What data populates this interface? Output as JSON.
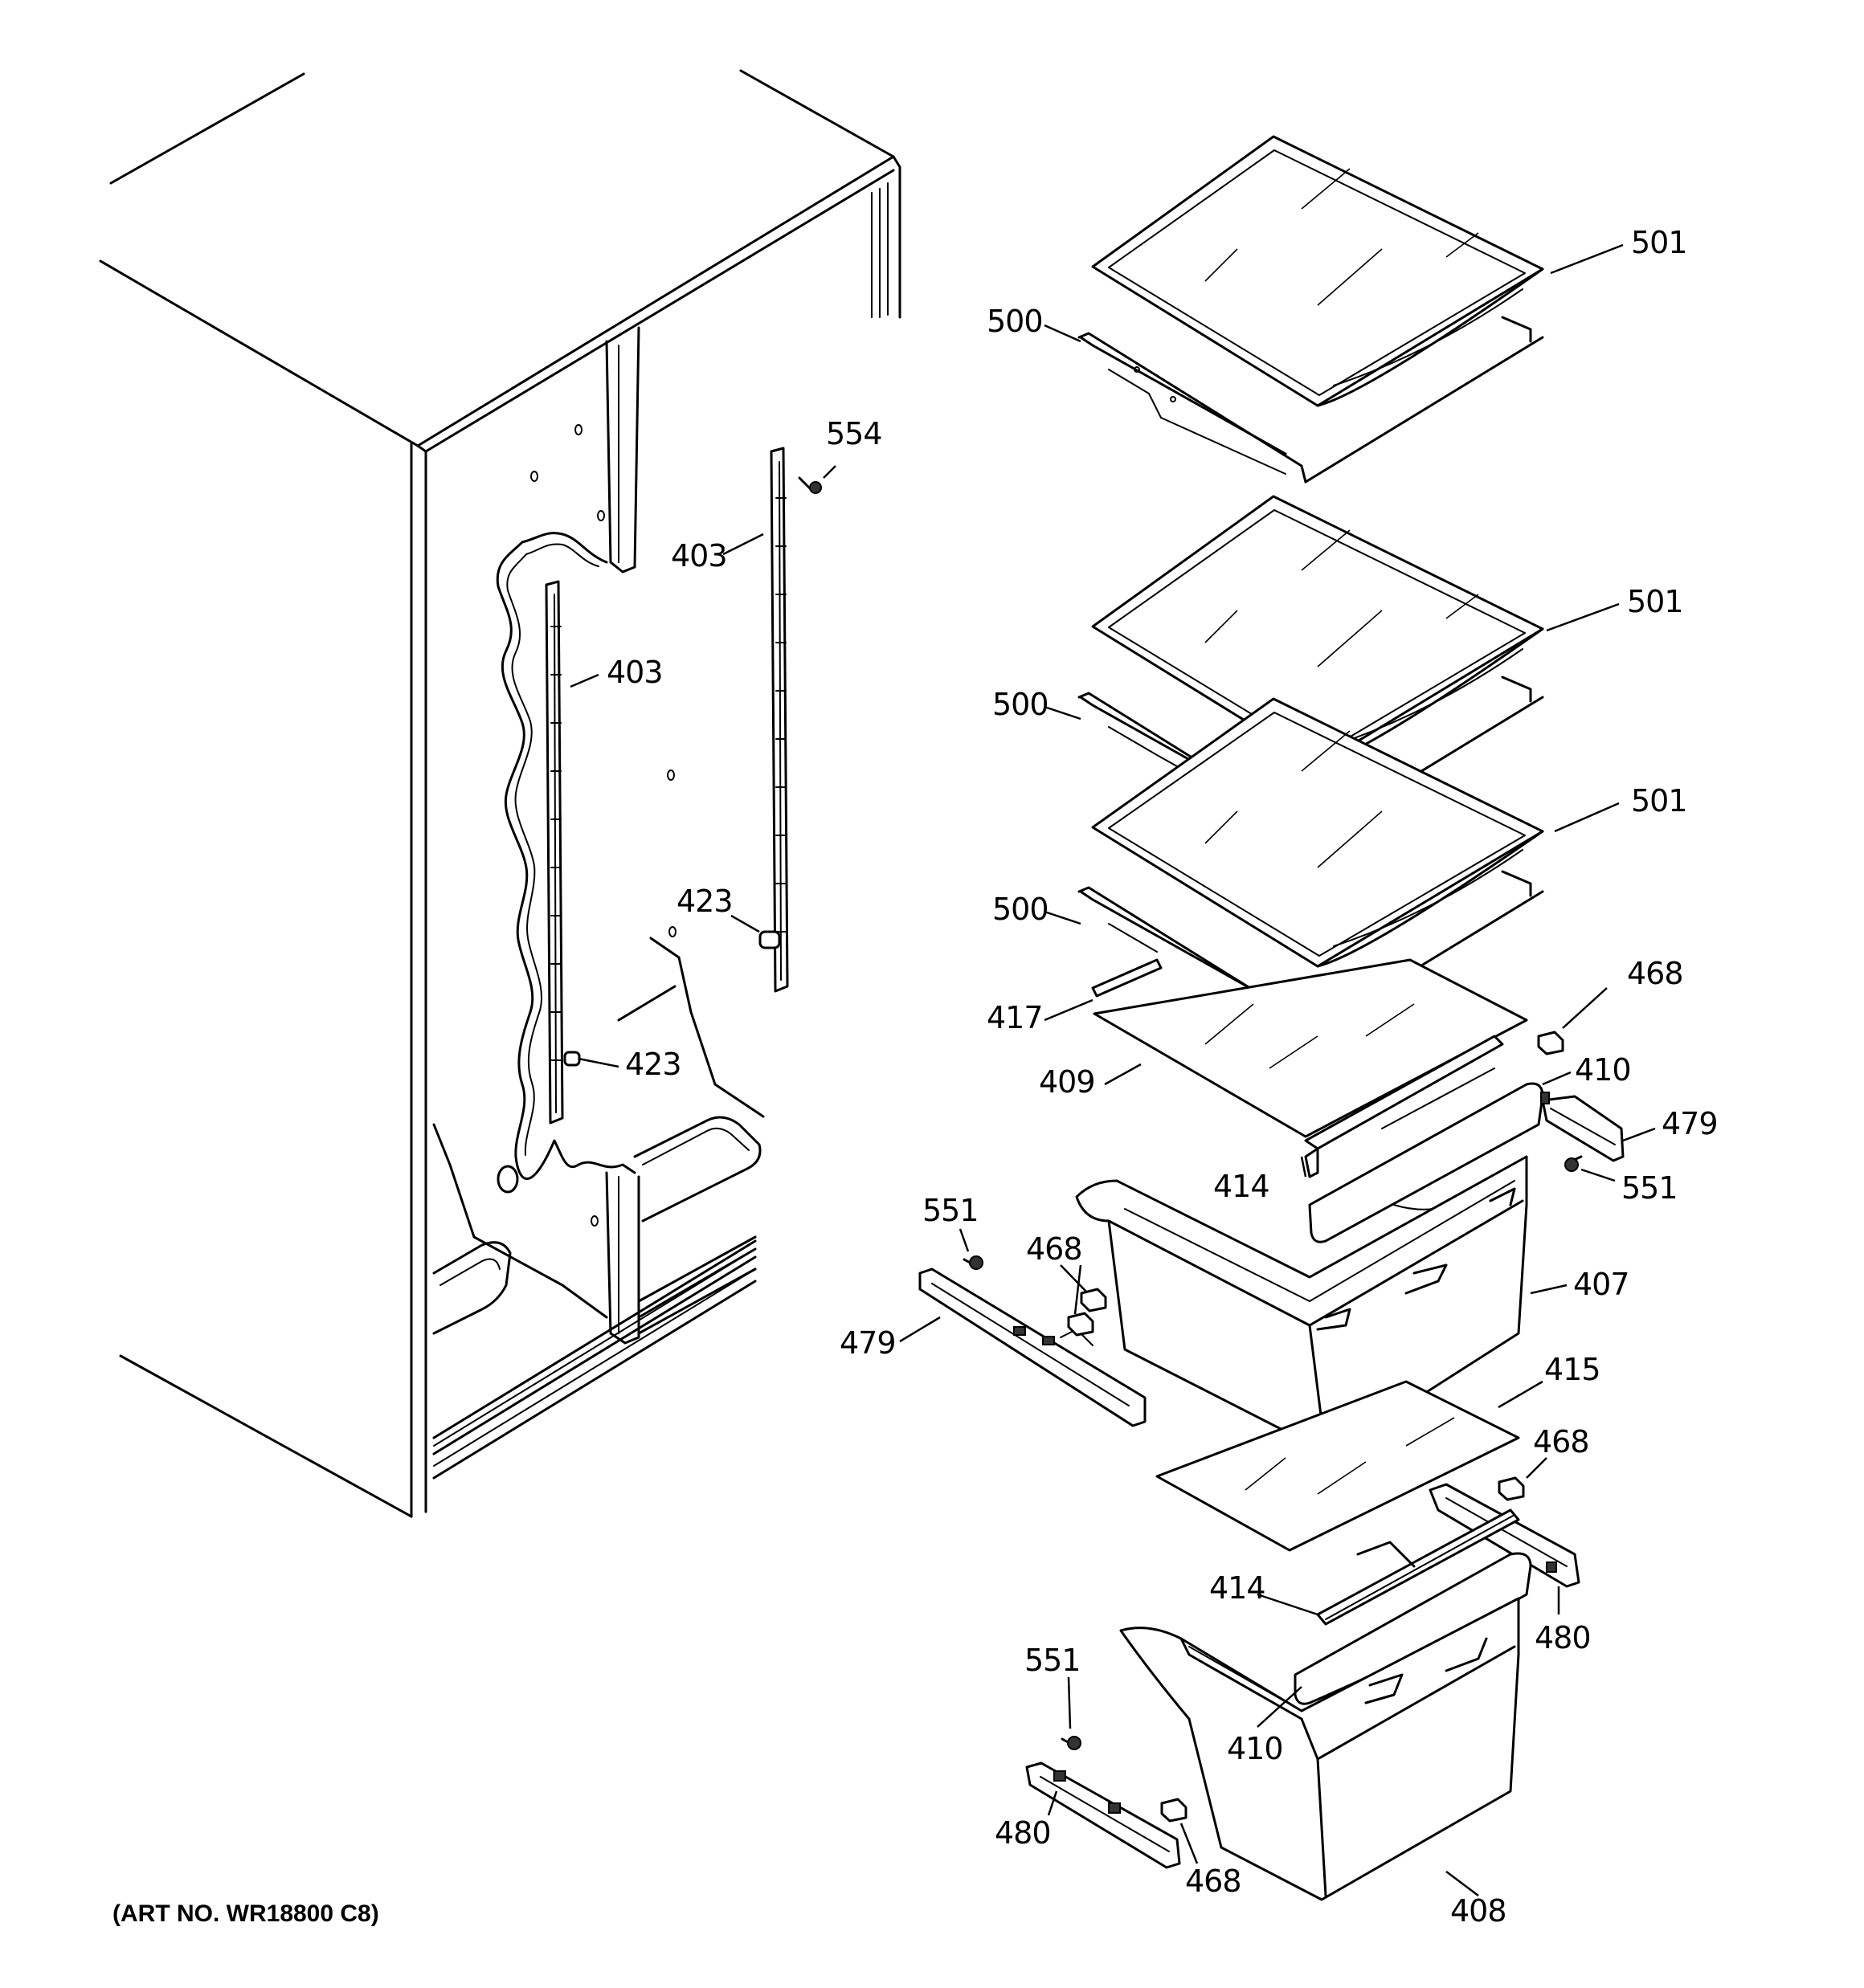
{
  "caption": "(ART NO. WR18800 C8)",
  "callouts": [
    {
      "id": "c501a",
      "text": "501"
    },
    {
      "id": "c500a",
      "text": "500"
    },
    {
      "id": "c554",
      "text": "554"
    },
    {
      "id": "c403a",
      "text": "403"
    },
    {
      "id": "c403b",
      "text": "403"
    },
    {
      "id": "c501b",
      "text": "501"
    },
    {
      "id": "c500b",
      "text": "500"
    },
    {
      "id": "c501c",
      "text": "501"
    },
    {
      "id": "c423a",
      "text": "423"
    },
    {
      "id": "c500c",
      "text": "500"
    },
    {
      "id": "c468a",
      "text": "468"
    },
    {
      "id": "c417",
      "text": "417"
    },
    {
      "id": "c410a",
      "text": "410"
    },
    {
      "id": "c423b",
      "text": "423"
    },
    {
      "id": "c409",
      "text": "409"
    },
    {
      "id": "c479a",
      "text": "479"
    },
    {
      "id": "c414a",
      "text": "414"
    },
    {
      "id": "c551a",
      "text": "551"
    },
    {
      "id": "c551b",
      "text": "551"
    },
    {
      "id": "c468b",
      "text": "468"
    },
    {
      "id": "c407",
      "text": "407"
    },
    {
      "id": "c479b",
      "text": "479"
    },
    {
      "id": "c415",
      "text": "415"
    },
    {
      "id": "c468c",
      "text": "468"
    },
    {
      "id": "c414b",
      "text": "414"
    },
    {
      "id": "c480a",
      "text": "480"
    },
    {
      "id": "c551c",
      "text": "551"
    },
    {
      "id": "c410b",
      "text": "410"
    },
    {
      "id": "c480b",
      "text": "480"
    },
    {
      "id": "c468d",
      "text": "468"
    },
    {
      "id": "c408",
      "text": "408"
    }
  ]
}
